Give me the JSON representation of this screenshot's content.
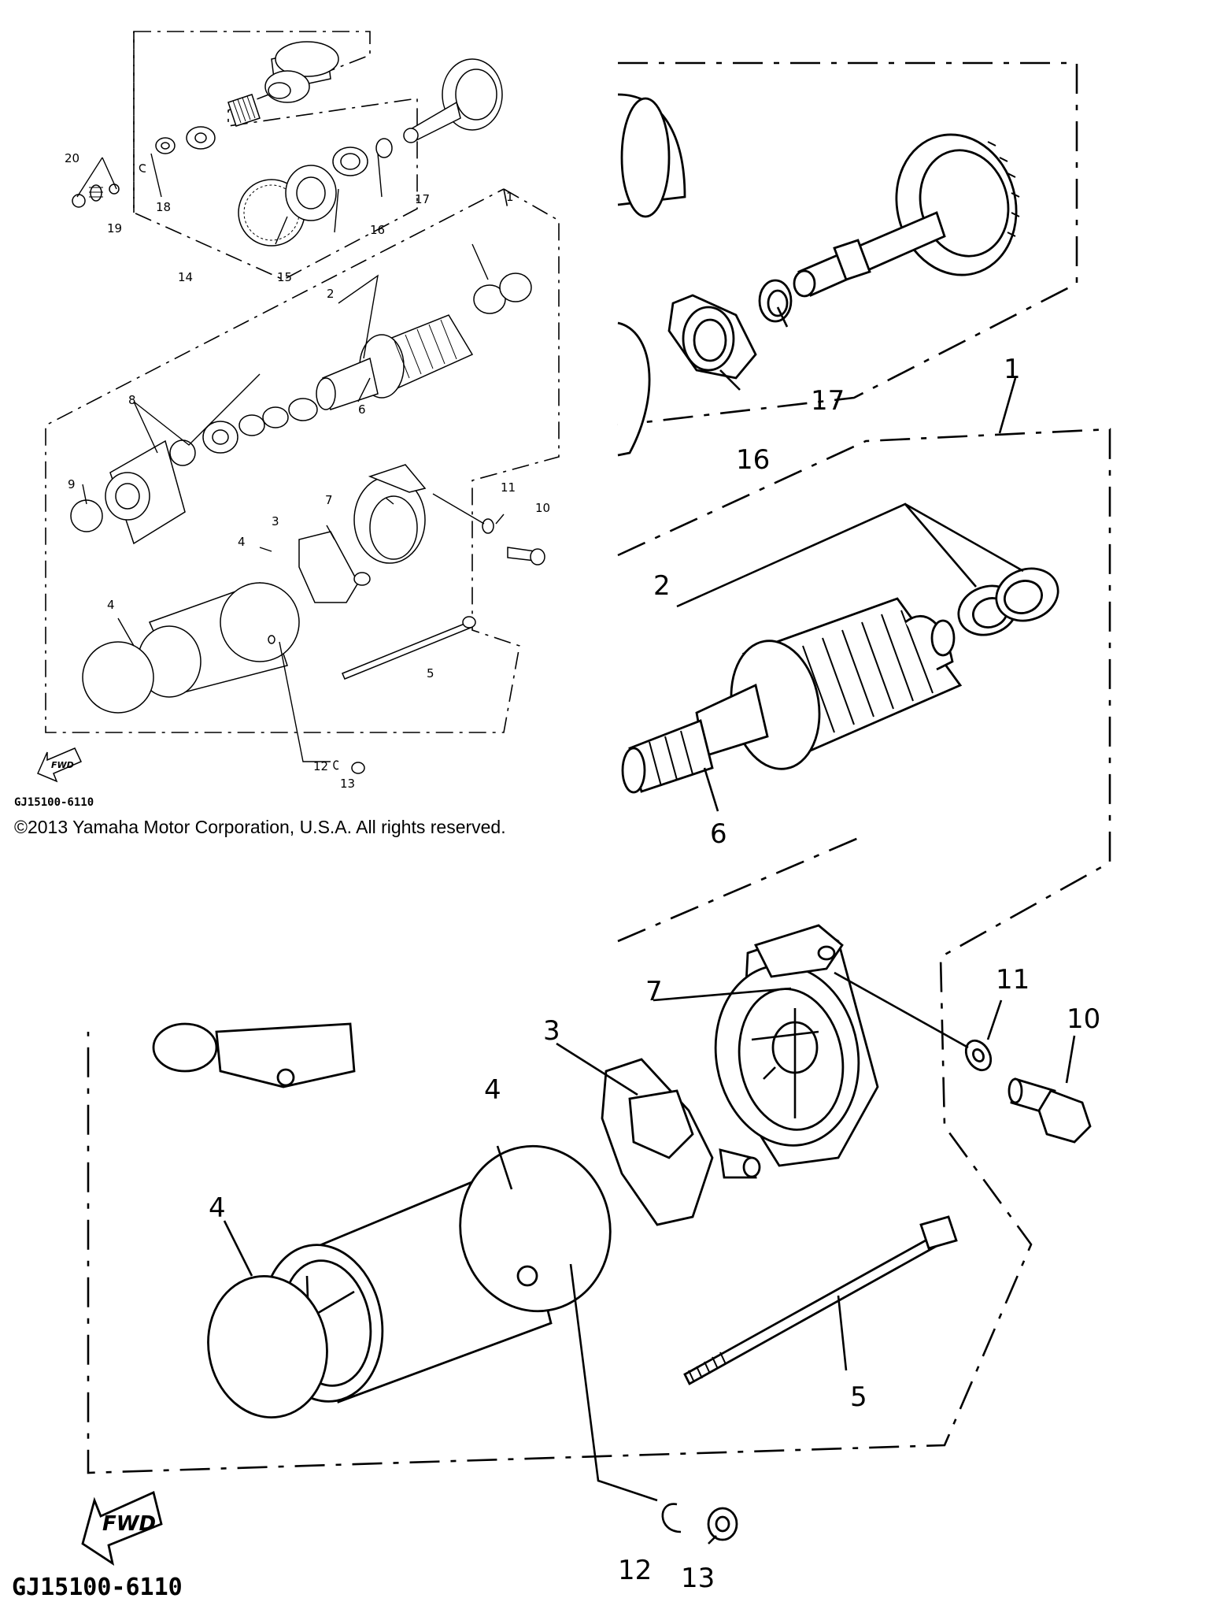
{
  "diagram": {
    "part_code": "GJ15100-6110",
    "copyright": "©2013 Yamaha Motor Corporation, U.S.A. All rights reserved.",
    "direction_label": "FWD",
    "overview_callouts": {
      "c1": "1",
      "c2": "2",
      "c3": "3",
      "c4a": "4",
      "c4b": "4",
      "c5": "5",
      "c6": "6",
      "c7": "7",
      "c8": "8",
      "c9": "9",
      "c10": "10",
      "c11": "11",
      "c12": "12",
      "c13": "13",
      "c14": "14",
      "c15": "15",
      "c16": "16",
      "c17": "17",
      "c18": "18",
      "c19": "19",
      "c20": "20"
    },
    "detail_callouts": {
      "c1": "1",
      "c2": "2",
      "c3": "3",
      "c4a": "4",
      "c4b": "4",
      "c5": "5",
      "c6": "6",
      "c7": "7",
      "c10": "10",
      "c11": "11",
      "c12": "12",
      "c13": "13",
      "c16": "16",
      "c17": "17"
    }
  }
}
